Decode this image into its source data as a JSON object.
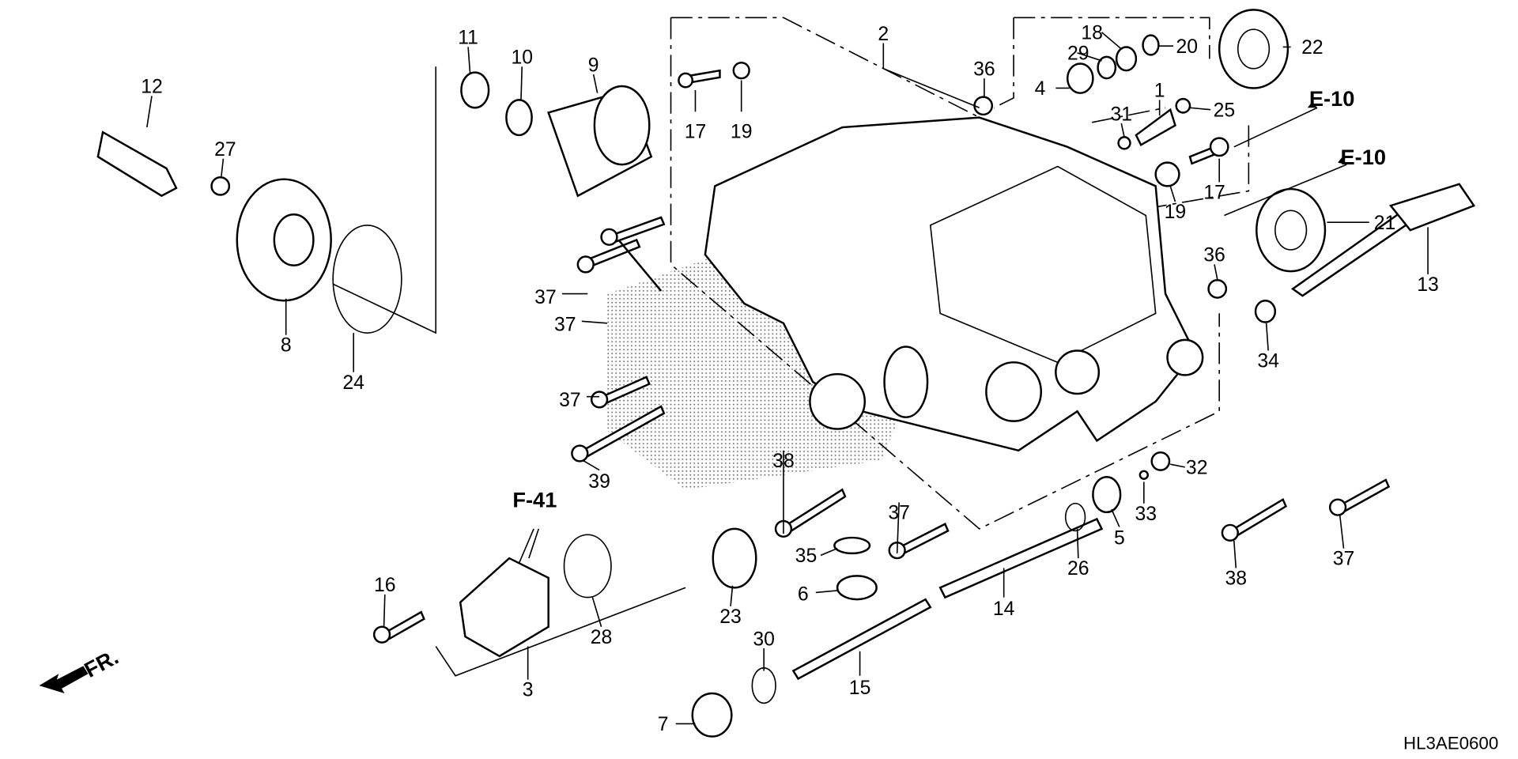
{
  "diagram": {
    "code": "HL3AE0600",
    "front_marker": "FR.",
    "references": [
      "E-10",
      "E-10",
      "F-41"
    ],
    "callouts": [
      "12",
      "27",
      "11",
      "10",
      "9",
      "8",
      "24",
      "17",
      "19",
      "2",
      "36",
      "29",
      "18",
      "20",
      "22",
      "4",
      "31",
      "1",
      "25",
      "17",
      "19",
      "21",
      "36",
      "13",
      "34",
      "37",
      "37",
      "37",
      "39",
      "38",
      "37",
      "35",
      "6",
      "23",
      "28",
      "16",
      "3",
      "32",
      "33",
      "5",
      "26",
      "14",
      "15",
      "30",
      "7",
      "38",
      "37"
    ]
  }
}
